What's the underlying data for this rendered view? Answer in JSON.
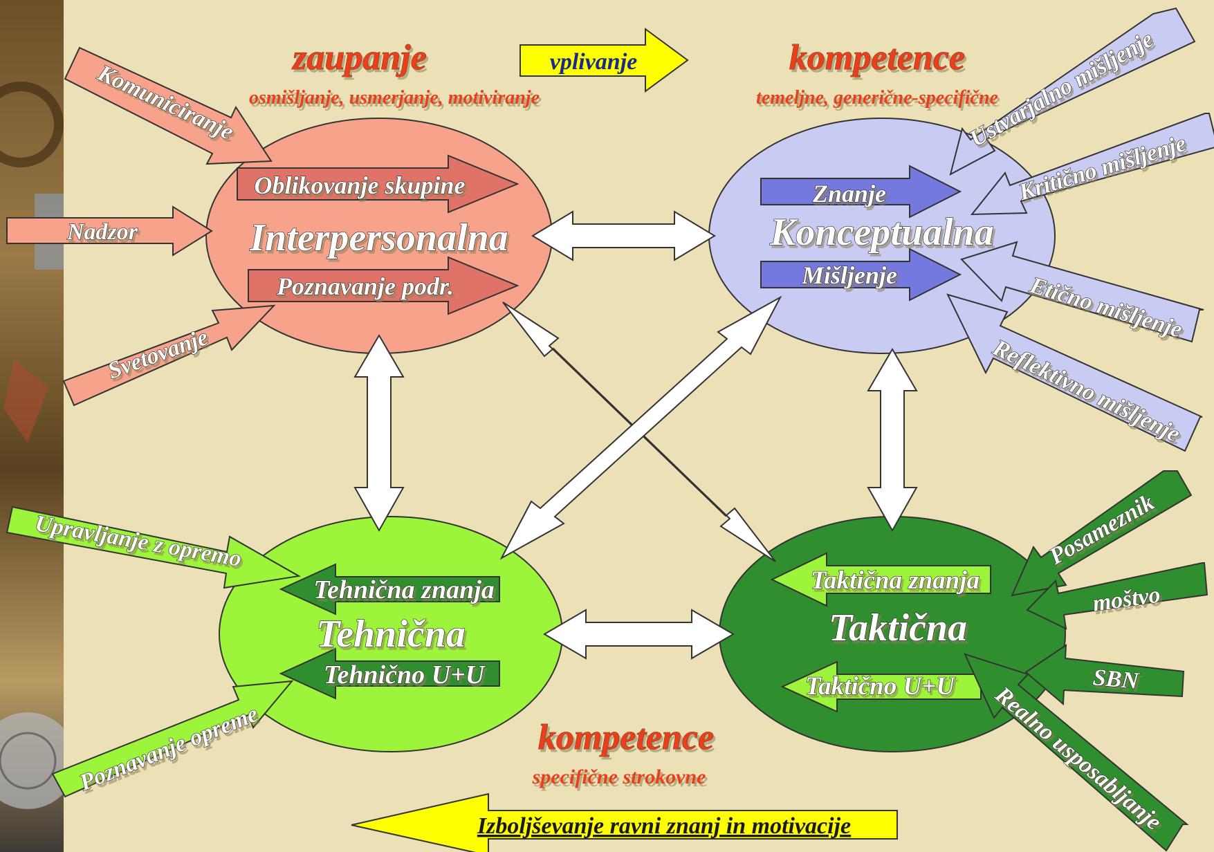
{
  "header": {
    "left_title": "zaupanje",
    "left_subtitle": "osmišljanje, usmerjanje, motiviranje",
    "center_arrow": "vplivanje",
    "right_title": "kompetence",
    "right_subtitle": "temeljne, generične-specifične"
  },
  "nodes": {
    "interpersonal": {
      "title": "Interpersonalna",
      "inner_top": "Oblikovanje skupine",
      "inner_bottom": "Poznavanje podr.",
      "inputs": [
        "Komuniciranje",
        "Nadzor",
        "Svetovanje"
      ],
      "color": "#f7a38c"
    },
    "conceptual": {
      "title": "Konceptualna",
      "inner_top": "Znanje",
      "inner_bottom": "Mišljenje",
      "inputs": [
        "Ustvarjalno mišljenje",
        "Kritično mišljenje",
        "Etično mišljenje",
        "Reflektivno mišljenje"
      ],
      "color": "#c8cbf2"
    },
    "technical": {
      "title": "Tehnična",
      "inner_top": "Tehnična znanja",
      "inner_bottom": "Tehnično U+U",
      "inputs": [
        "Upravljanje z opremo",
        "Poznavanje opreme"
      ],
      "color": "#9cf53a"
    },
    "tactical": {
      "title": "Taktična",
      "inner_top": "Taktična znanja",
      "inner_bottom": "Taktično U+U",
      "inputs": [
        "Posameznik",
        "moštvo",
        "SBN",
        "Realno usposabljanje"
      ],
      "color": "#2f8f2f"
    }
  },
  "footer": {
    "title": "kompetence",
    "subtitle": "specifične strokovne",
    "bottom_arrow": "Izboljševanje ravni znanj in motivacije"
  },
  "colors": {
    "background": "#ece1b6",
    "accent_red": "#e8401a",
    "yellow_arrow": "#ffff00",
    "inner_arrow_red": "#df7368",
    "inner_arrow_blue": "#7479dd",
    "inner_arrow_green_dark": "#2f8f2f",
    "inner_arrow_green_light": "#9cf53a"
  }
}
